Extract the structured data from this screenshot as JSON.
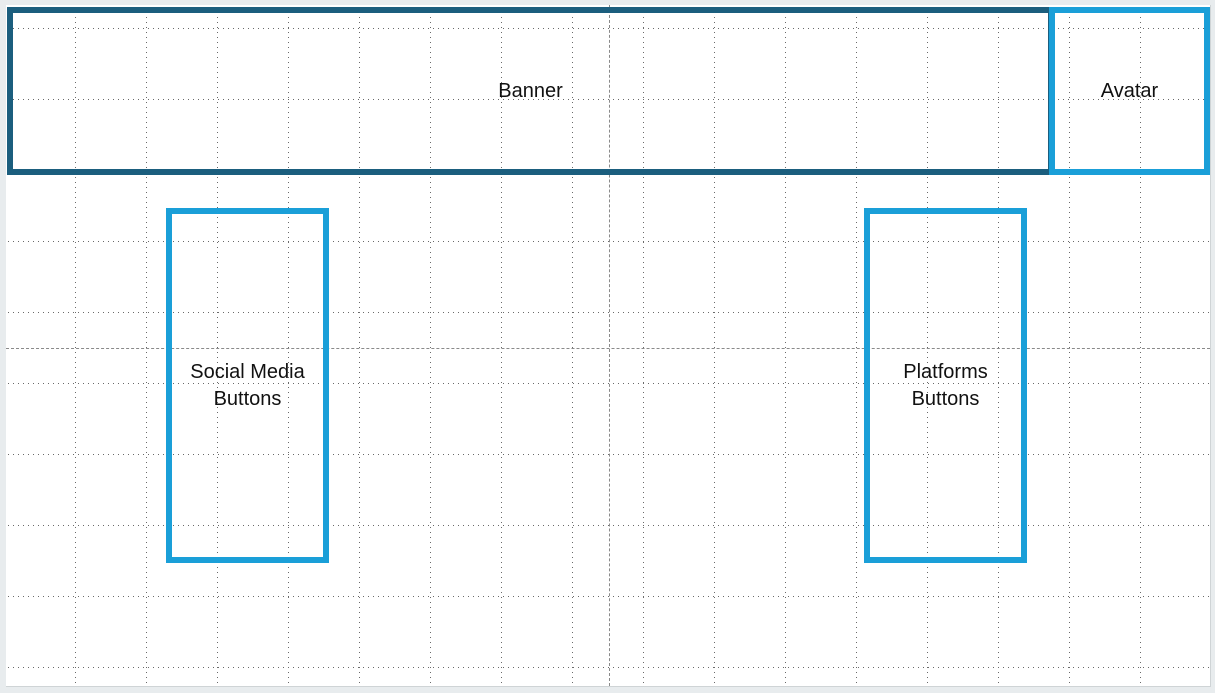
{
  "boxes": {
    "banner": {
      "label": "Banner"
    },
    "avatar": {
      "label": "Avatar"
    },
    "social_media_buttons": {
      "label": "Social Media\nButtons"
    },
    "platforms_buttons": {
      "label": "Platforms\nButtons"
    }
  },
  "colors": {
    "banner_border": "#1b5e7e",
    "box_border": "#1a9fd8",
    "grid_dot": "#6a6a6a",
    "background": "#ffffff"
  }
}
